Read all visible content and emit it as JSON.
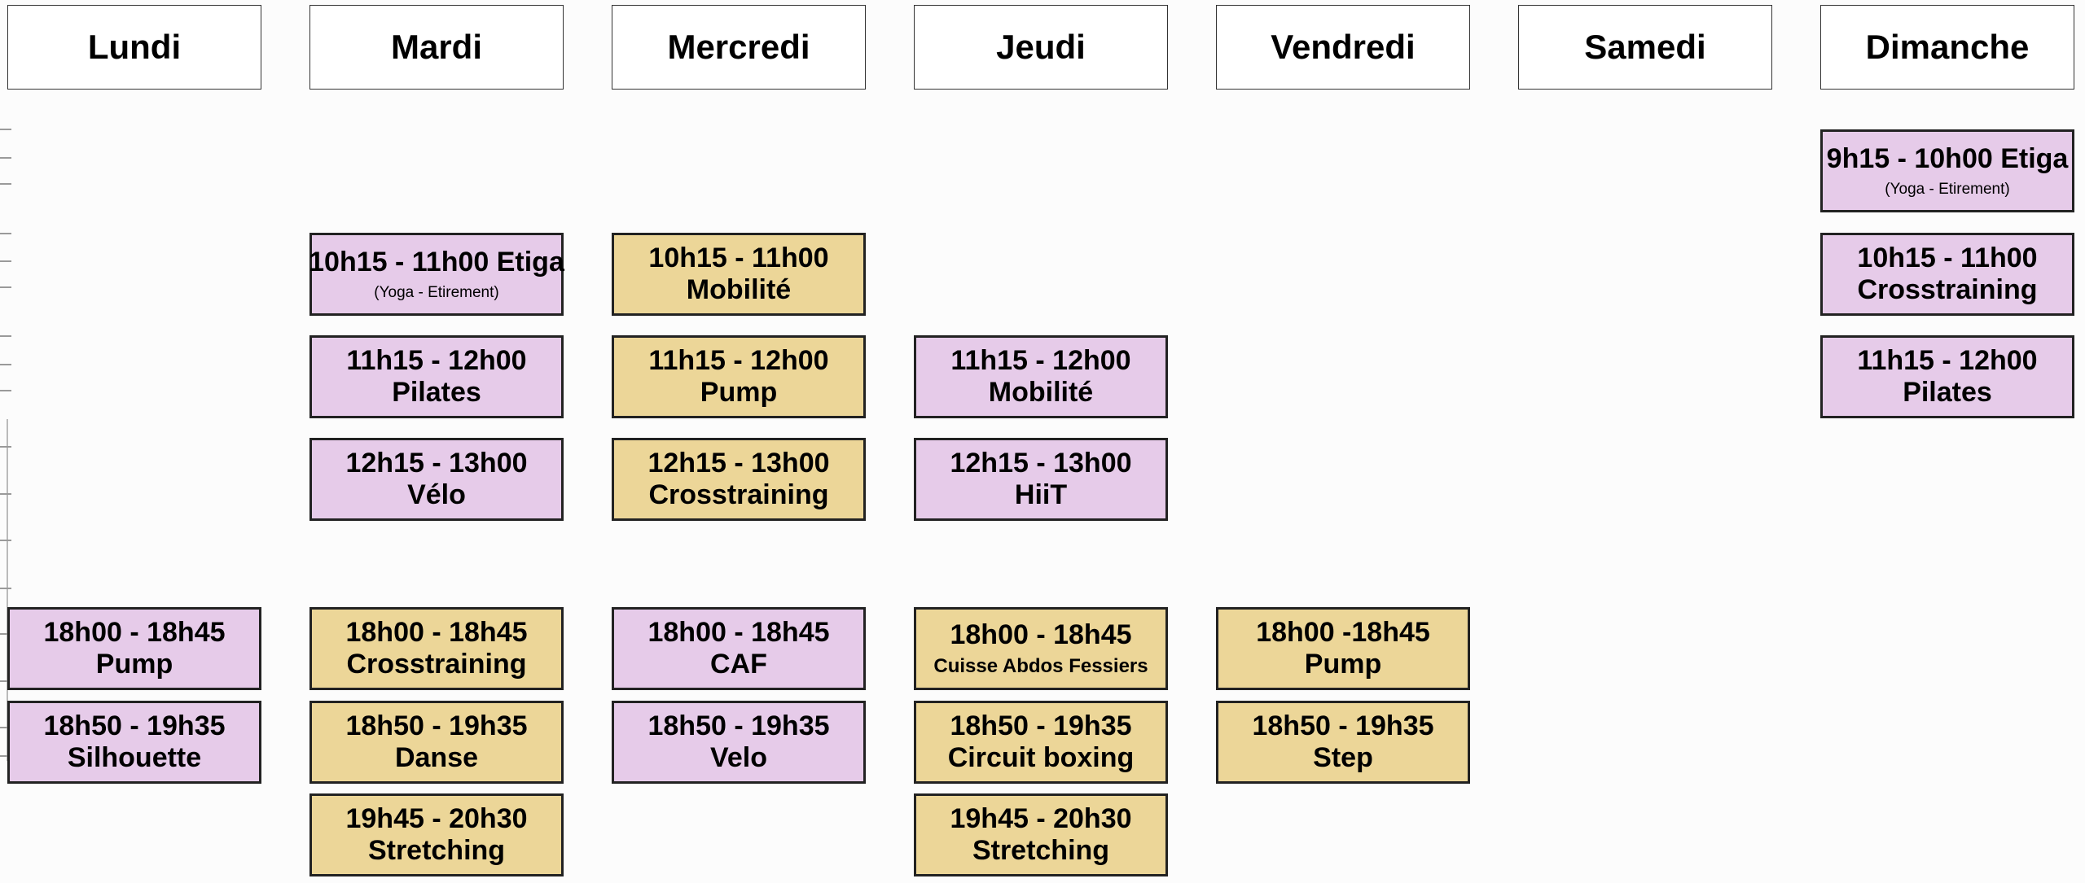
{
  "days": [
    "Lundi",
    "Mardi",
    "Mercredi",
    "Jeudi",
    "Vendredi",
    "Samedi",
    "Dimanche"
  ],
  "classes": {
    "lundi_1": {
      "time": "18h00 - 18h45",
      "name": "Pump"
    },
    "lundi_2": {
      "time": "18h50 - 19h35",
      "name": "Silhouette"
    },
    "mardi_1": {
      "time": "10h15 - 11h00 Etiga",
      "sub": "(Yoga - Etirement)"
    },
    "mardi_2": {
      "time": "11h15 - 12h00",
      "name": "Pilates"
    },
    "mardi_3": {
      "time": "12h15 - 13h00",
      "name": "Vélo"
    },
    "mardi_4": {
      "time": "18h00 - 18h45",
      "name": "Crosstraining"
    },
    "mardi_5": {
      "time": "18h50 - 19h35",
      "name": "Danse"
    },
    "mardi_6": {
      "time": "19h45 - 20h30",
      "name": "Stretching"
    },
    "mercredi_1": {
      "time": "10h15 - 11h00",
      "name": "Mobilité"
    },
    "mercredi_2": {
      "time": "11h15 - 12h00",
      "name": "Pump"
    },
    "mercredi_3": {
      "time": "12h15 - 13h00",
      "name": "Crosstraining"
    },
    "mercredi_4": {
      "time": "18h00 - 18h45",
      "name": "CAF"
    },
    "mercredi_5": {
      "time": "18h50 - 19h35",
      "name": "Velo"
    },
    "jeudi_1": {
      "time": "11h15 - 12h00",
      "name": "Mobilité"
    },
    "jeudi_2": {
      "time": "12h15 - 13h00",
      "name": "HiiT"
    },
    "jeudi_3": {
      "time": "18h00 - 18h45",
      "name": "Cuisse Abdos Fessiers"
    },
    "jeudi_4": {
      "time": "18h50 - 19h35",
      "name": "Circuit boxing"
    },
    "jeudi_5": {
      "time": "19h45 - 20h30",
      "name": "Stretching"
    },
    "vendredi_1": {
      "time": "18h00 -18h45",
      "name": "Pump"
    },
    "vendredi_2": {
      "time": "18h50 - 19h35",
      "name": "Step"
    },
    "dimanche_1": {
      "time": "9h15 - 10h00 Etiga",
      "sub": "(Yoga - Etirement)"
    },
    "dimanche_2": {
      "time": "10h15 - 11h00",
      "name": "Crosstraining"
    },
    "dimanche_3": {
      "time": "11h15 - 12h00",
      "name": "Pilates"
    }
  },
  "colors": {
    "purple": "#e6cbe9",
    "gold": "#ecd698",
    "border": "#222222"
  }
}
